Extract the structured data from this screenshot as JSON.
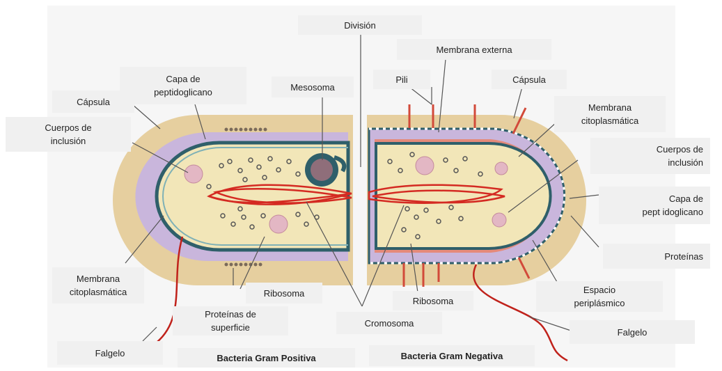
{
  "labels": {
    "division": "División",
    "membrana_externa": "Membrana externa",
    "pili": "Pili",
    "capsula_right": "Cápsula",
    "capa_peptidoglicano_left": "Capa de\npeptidoglicano",
    "mesosoma": "Mesosoma",
    "capsula_left": "Cápsula",
    "cuerpos_inclusion_left": "Cuerpos de\ninclusión",
    "membrana_citoplasmatica_right": "Membrana\ncitoplasmática",
    "cuerpos_inclusion_right": "Cuerpos de\ninclusión",
    "capa_peptidoglicano_right": "Capa de\npept idoglicano",
    "proteinas": "Proteínas",
    "membrana_citoplasmatica_left": "Membrana\ncitoplasmática",
    "ribosoma_left": "Ribosoma",
    "ribosoma_right": "Ribosoma",
    "espacio_periplasmico": "Espacio\nperiplásmico",
    "proteinas_superficie": "Proteínas de\nsuperficie",
    "cromosoma": "Cromosoma",
    "falgelo_right": "Falgelo",
    "falgelo_left": "Falgelo",
    "gram_positiva": "Bacteria Gram Positiva",
    "gram_negativa": "Bacteria Gram Negativa"
  },
  "colors": {
    "capsule": "#e6cf9f",
    "peptidoglycan": "#c9b6dc",
    "membrane": "#2f5f6a",
    "cytoplasm": "#f2e6b8",
    "chromosome": "#d42a22",
    "flagellum": "#c0221b",
    "inclusion": "#e3b7c4",
    "label_bg": "#f0f0f0"
  }
}
